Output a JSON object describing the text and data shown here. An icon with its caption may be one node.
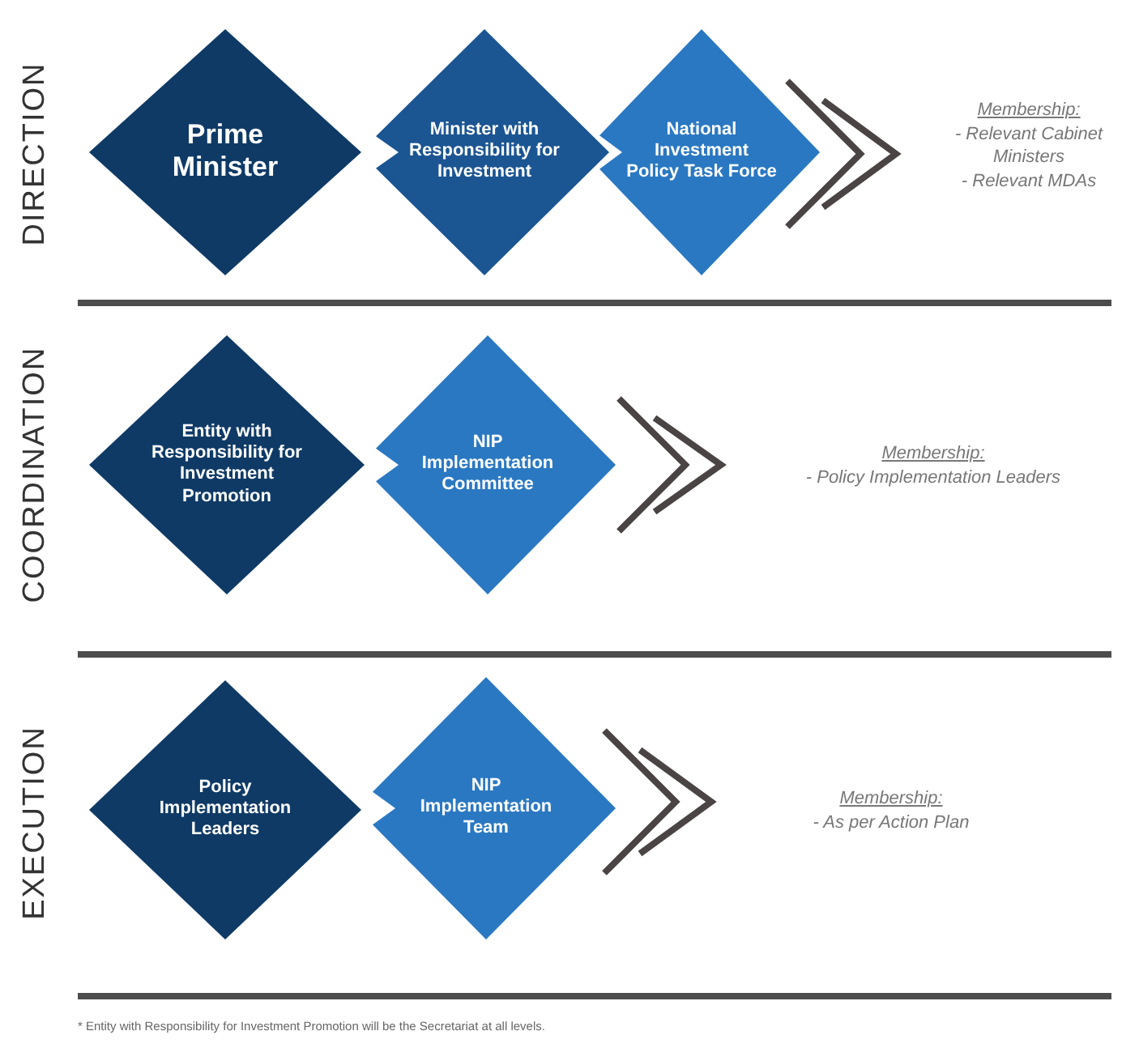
{
  "diagram": {
    "nodes": [
      {
        "text": [
          "Prime Minister"
        ]
      },
      {
        "text": [
          "Minister with Responsibility for Investment"
        ]
      },
      {
        "text": [
          "National Investment Policy Task Force"
        ]
      },
      {
        "text": [
          "Entity with Responsibility for Investment Promotion"
        ]
      },
      {
        "text": [
          "NIP Implementation Committee"
        ]
      },
      {
        "text": [
          "Policy Implementation Leaders"
        ]
      },
      {
        "text": [
          "NIP Implementation Team"
        ]
      }
    ],
    "labels": [
      "DIRECTION",
      "Membership:",
      "- Relevant Cabinet Ministers",
      "- Relevant MDAs",
      "COORDINATION",
      "Membership:",
      "- Policy Implementation Leaders",
      "EXECUTION",
      "Membership:",
      "- As per Action Plan",
      "* Entity with Responsibility for Investment Promotion will be the Secretariat at all levels."
    ]
  }
}
